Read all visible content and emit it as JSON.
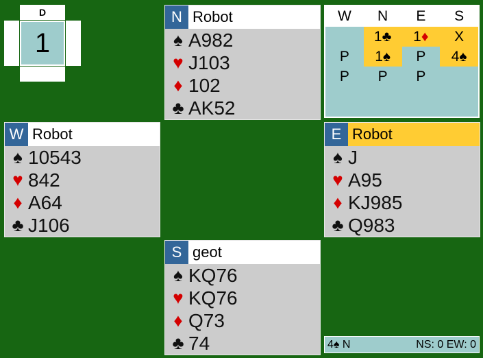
{
  "dealer": {
    "label": "D",
    "board_number": "1"
  },
  "hands": {
    "north": {
      "seat": "N",
      "player": "Robot",
      "active": false,
      "spades": "A982",
      "hearts": "J103",
      "diamonds": "102",
      "clubs": "AK52"
    },
    "west": {
      "seat": "W",
      "player": "Robot",
      "active": false,
      "spades": "10543",
      "hearts": "842",
      "diamonds": "A64",
      "clubs": "J106"
    },
    "east": {
      "seat": "E",
      "player": "Robot",
      "active": true,
      "spades": "J",
      "hearts": "A95",
      "diamonds": "KJ985",
      "clubs": "Q983"
    },
    "south": {
      "seat": "S",
      "player": "geot",
      "active": false,
      "spades": "KQ76",
      "hearts": "KQ76",
      "diamonds": "Q73",
      "clubs": "74"
    }
  },
  "suits": {
    "spades": "♠",
    "hearts": "♥",
    "diamonds": "♦",
    "clubs": "♣"
  },
  "bidding": {
    "headers": [
      "W",
      "N",
      "E",
      "S"
    ],
    "rows": [
      [
        {
          "bid": "",
          "hl": false
        },
        {
          "bid": "1♣",
          "hl": true
        },
        {
          "bid": "1♦",
          "hl": true,
          "red": true
        },
        {
          "bid": "X",
          "hl": true
        }
      ],
      [
        {
          "bid": "P",
          "hl": false
        },
        {
          "bid": "1♠",
          "hl": true
        },
        {
          "bid": "P",
          "hl": false
        },
        {
          "bid": "4♠",
          "hl": true
        }
      ],
      [
        {
          "bid": "P",
          "hl": false
        },
        {
          "bid": "P",
          "hl": false
        },
        {
          "bid": "P",
          "hl": false
        },
        {
          "bid": "",
          "hl": false
        }
      ]
    ]
  },
  "status": {
    "contract": "4♠ N",
    "score": "NS: 0 EW: 0"
  },
  "colors": {
    "table": "#176612",
    "seat": "#336699",
    "active": "#ffcc33",
    "bidding": "#9ecccc"
  }
}
